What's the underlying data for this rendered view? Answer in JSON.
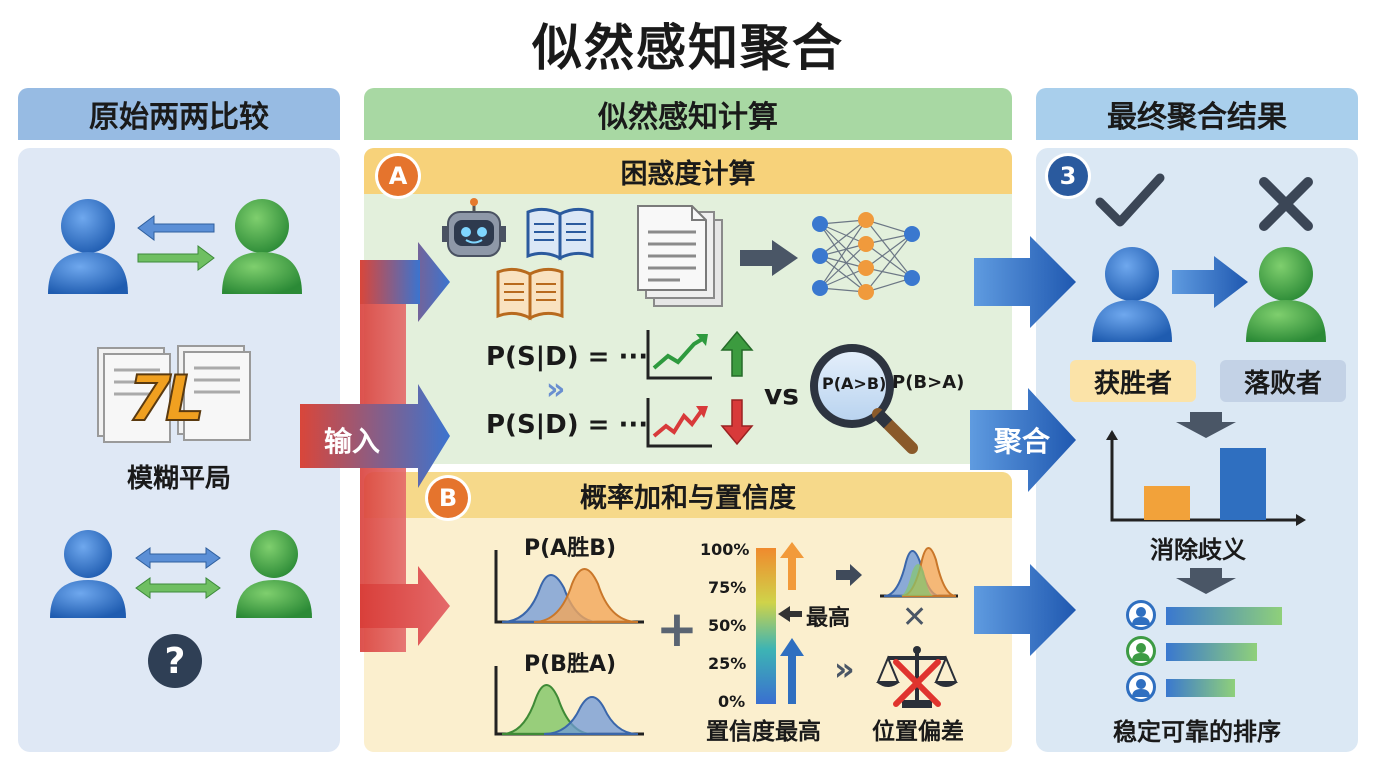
{
  "title": "似然感知聚合",
  "columns": {
    "left": {
      "header": "原始两两比较",
      "fuzzy_label": "模糊平局",
      "fuzzy_glyph": "7L",
      "question_mark": "?"
    },
    "middle": {
      "header": "似然感知计算",
      "input_label": "输入",
      "section_a": {
        "badge": "A",
        "title": "困惑度计算",
        "formula_1": "P(S|D) = ···",
        "formula_2": "P(S|D) = ···",
        "chevrons": "»",
        "vs": "vs",
        "lens_left": "P(A>B)",
        "lens_right": "P(B>A)"
      },
      "section_b": {
        "badge": "B",
        "title": "概率加和与置信度",
        "dist_1_label": "P(A胜B)",
        "dist_2_label": "P(B胜A)",
        "plus": "+",
        "scale_ticks": [
          "100%",
          "75%",
          "50%",
          "25%",
          "0%"
        ],
        "highest_label": "最高",
        "confidence_label": "置信度最高",
        "position_bias_label": "位置偏差",
        "chevrons": "»",
        "cross": "✕"
      }
    },
    "right": {
      "header": "最终聚合结果",
      "badge": "3",
      "aggregate_label": "聚合",
      "winner_label": "获胜者",
      "loser_label": "落败者",
      "disambiguate_label": "消除歧义",
      "ranking_label": "稳定可靠的排序",
      "ranking_bars": [
        0.84,
        0.66,
        0.5
      ]
    }
  },
  "colors": {
    "left_panel": "#dfe8f5",
    "left_header": "#97bbe3",
    "middle_header": "#a8d8a3",
    "section_a_bg": "#e3f0dc",
    "section_a_header": "#f7d27a",
    "section_b_bg": "#fbefce",
    "section_b_header": "#f6d98a",
    "right_panel": "#dbe8f4",
    "right_header": "#a9cfec",
    "blue": "#2f6fc0",
    "green": "#3d9b44",
    "orange": "#e8893a",
    "red": "#d9463a",
    "navy": "#2a5a9e"
  }
}
